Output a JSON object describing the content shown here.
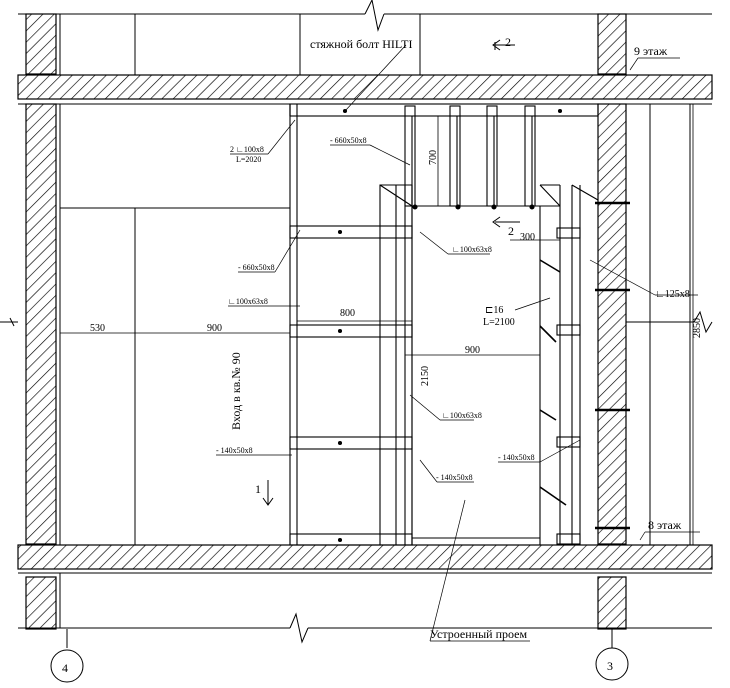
{
  "labels": {
    "hilti_bolt": "стяжной болт HILTI",
    "floor_9": "9 этаж",
    "floor_8": "8 этаж",
    "section_mark": "2",
    "section_mark_lower": "2",
    "section_1": "1",
    "angle_100x8": "2 ∟100x8",
    "angle_100x8_len": "L=2020",
    "plate_660_top": "- 660x50x8",
    "plate_660_left": "- 660x50x8",
    "angle_100x63_top": "∟100x63x8",
    "angle_100x63_left": "∟100x63x8",
    "angle_100x63_mid": "∟100x63x8",
    "angle_125x8": "∟125x8",
    "channel_16": "⊏16",
    "channel_16_len": "L=2100",
    "plate_140_left": "- 140x50x8",
    "plate_140_mid": "- 140x50x8",
    "plate_140_right": "- 140x50x8",
    "entrance": "Вход в кв.№ 90",
    "opening": "Устроенный проем",
    "axis_4": "4",
    "axis_3": "3"
  },
  "dimensions": {
    "d700": "700",
    "d300": "300",
    "d800": "800",
    "d530": "530",
    "d900_left": "900",
    "d900_mid": "900",
    "d2150": "2150",
    "d2850": "2850"
  },
  "colors": {
    "ink": "#000000",
    "paper": "#ffffff"
  }
}
